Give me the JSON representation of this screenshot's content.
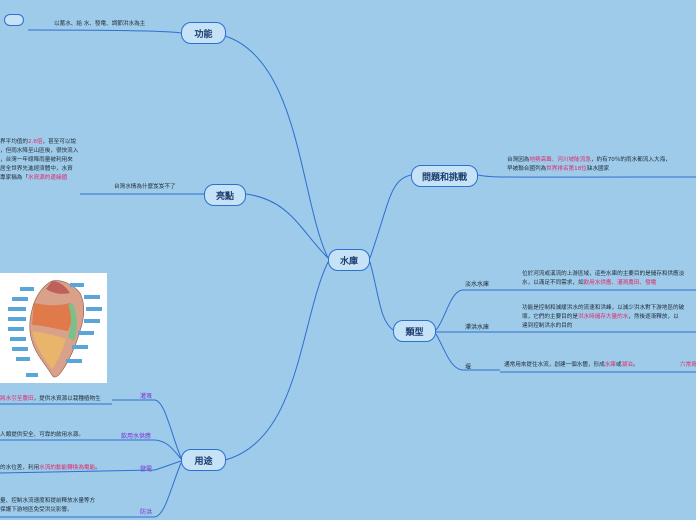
{
  "center": "水庫",
  "topics": {
    "function": "功能",
    "highlight": "亮點",
    "problem": "問題和挑戰",
    "type": "類型",
    "usage": "用途"
  },
  "function_text": "以蓄水、給 水、發電、調節洪水為主",
  "highlight_label": "台灣水情為什麼岌岌不了",
  "highlight_lines": [
    {
      "pre": "界平均值的",
      "red": "2.6倍",
      "post": "，甚至可以說"
    },
    {
      "pre": "，但雨水降至山區後，很快流入",
      "red": "",
      "post": ""
    },
    {
      "pre": "，台灣一年總降雨量被利用來",
      "red": "",
      "post": ""
    },
    {
      "pre": "居全世界先進經濟體中，水資",
      "red": "",
      "post": ""
    },
    {
      "pre": "專家稱為「",
      "red": "水資源的邊緣國",
      "post": ""
    }
  ],
  "problem_lines": [
    {
      "pre": "台灣因為",
      "red": "地勢高聳、河川坡陡流急",
      "post": "，約有70％的雨水都流入大海，"
    },
    {
      "pre": "早被聯合國列為",
      "red": "世界排名第18位",
      "post": "缺水國家"
    }
  ],
  "types": {
    "storage": "淡水水庫",
    "storage_lines": [
      {
        "pre": "位於河流或溪流的上游區域，這些水庫的主要目的是儲存和供應淡",
        "red": "",
        "post": ""
      },
      {
        "pre": "水，以滿足不同需求，如",
        "red": "飲用水供應、灌溉農田、發電",
        "post": ""
      }
    ],
    "flood": "滯洪水庫",
    "flood_lines": [
      {
        "pre": "功能是控制和減緩洪水的流速和洪峰，以減少洪水對下游地區的破",
        "red": "",
        "post": ""
      },
      {
        "pre": "壞，它們的主要目的是",
        "red": "洪水時儲存大量的水",
        "post": "，然後逐漸釋放，以"
      },
      {
        "pre": "達到控制洪水的目的",
        "red": "",
        "post": ""
      }
    ],
    "dam": "堰",
    "dam_line": {
      "pre": "通常用來提住水流，創建一個水體，形成",
      "red": "水庫",
      "post": "或",
      "red2": "湖泊",
      "post2": "。"
    },
    "dam_tag": "六常寫"
  },
  "usages": {
    "irrigation": "灌溉",
    "irrigation_line": {
      "red": "將水引至農田",
      "post": "，提供水資源以栽種植物生"
    },
    "drinking": "飲用水供應",
    "drinking_line": {
      "pre": "人類提供安全、可靠的飲用水源。"
    },
    "power": "發電",
    "power_line": {
      "pre": "的水位差，利用",
      "red": "水流的動能轉換為電能",
      "post": "。"
    },
    "flood": "防洪",
    "flood_lines": [
      {
        "pre": "量、控制水流速度和提前釋放水量等方"
      },
      {
        "pre": "保護下游地區免受洪災影響。"
      }
    ]
  },
  "colors": {
    "background": "#9ecbe9",
    "node_fill": "#c5e2f6",
    "node_border": "#2e6fd0",
    "highlight_red": "#e0286a",
    "label_purple": "#7a2fd0"
  }
}
